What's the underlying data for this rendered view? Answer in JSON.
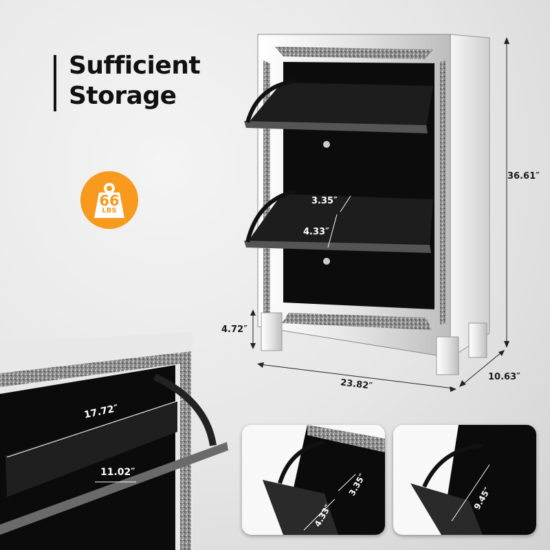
{
  "heading": {
    "line1": "Sufficient",
    "line2": "Storage"
  },
  "weight_badge": {
    "icon": "weight-icon",
    "value": "66",
    "unit": "LBS",
    "color": "#f79a1e"
  },
  "main_product": {
    "dimensions": {
      "height": "36.61″",
      "width": "23.82″",
      "depth": "10.63″",
      "leg_height": "4.72″",
      "shelf_gap_upper": "3.35″",
      "shelf_gap_lower": "4.33″"
    }
  },
  "detail_closeup": {
    "drawer_width": "17.72″",
    "drawer_inner_width": "11.02″"
  },
  "thumbnails": [
    {
      "labels": [
        "3.35″",
        "4.33″"
      ]
    },
    {
      "labels": [
        "9.45″"
      ]
    }
  ]
}
